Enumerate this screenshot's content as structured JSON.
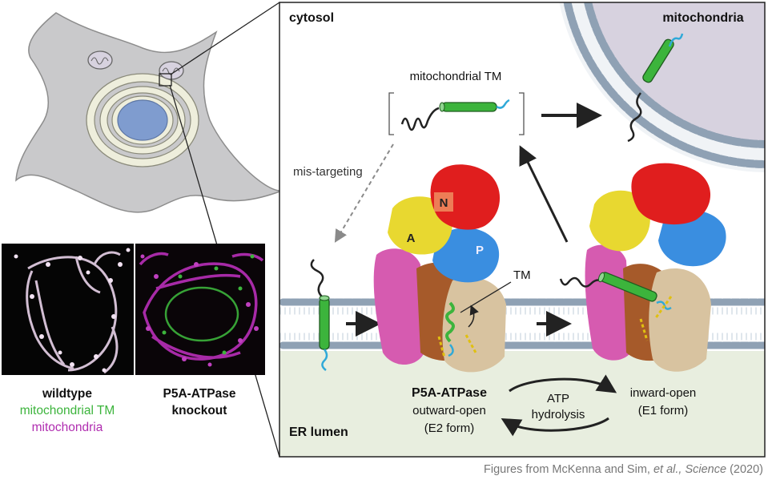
{
  "labels": {
    "cytosol": "cytosol",
    "mitochondria": "mitochondria",
    "mito_tm": "mitochondrial TM",
    "mis_targeting": "mis-targeting",
    "domain_n": "N",
    "domain_a": "A",
    "domain_p": "P",
    "tm": "TM",
    "er_lumen": "ER lumen",
    "p5a_atpase": "P5A-ATPase",
    "outward_open": "outward-open",
    "e2_form": "(E2 form)",
    "atp": "ATP",
    "hydrolysis": "hydrolysis",
    "inward_open": "inward-open",
    "e1_form": "(E1 form)"
  },
  "micrographs": {
    "wildtype": "wildtype",
    "legend_green": "mitochondrial TM",
    "legend_magenta": "mitochondria",
    "knockout_line1": "P5A-ATPase",
    "knockout_line2": "knockout"
  },
  "caption": {
    "prefix": "Figures from McKenna and Sim, ",
    "etal": "et al., Science",
    "year": " (2020)"
  },
  "colors": {
    "tm_green": "#3cb43c",
    "magenta": "#b02db0",
    "domain_n": "#e01e1e",
    "domain_a": "#e8d830",
    "domain_p": "#3a8ee0",
    "er_lumen": "#e8eedf",
    "mito_fill": "#d7d2df",
    "lipid_head": "#8fa1b4"
  }
}
